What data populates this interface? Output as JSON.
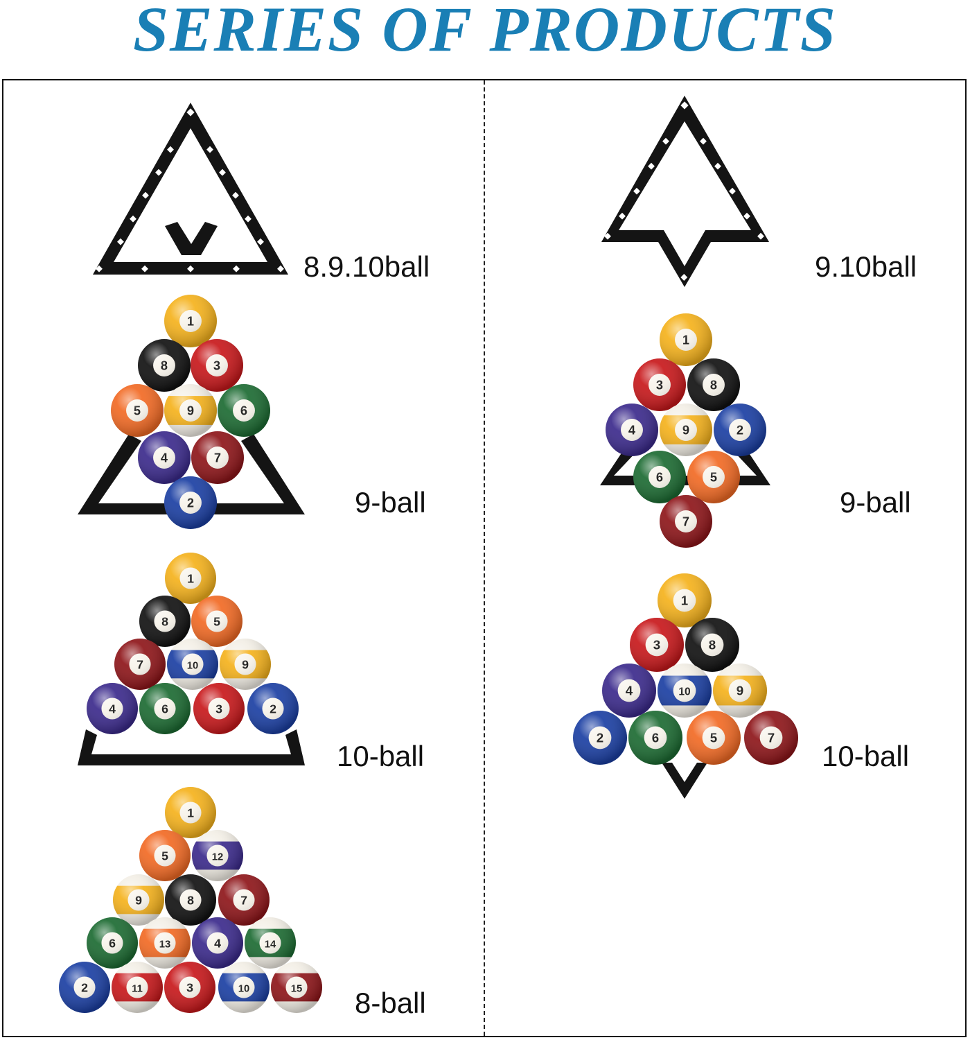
{
  "title": "SERIES OF PRODUCTS",
  "left_column": {
    "rack_label": "8.9.10ball",
    "nine_ball_label": "9-ball",
    "ten_ball_label": "10-ball",
    "eight_ball_label": "8-ball"
  },
  "right_column": {
    "rack_label": "9.10ball",
    "nine_ball_label": "9-ball",
    "ten_ball_label": "10-ball"
  },
  "colors": {
    "title": "#1a7fb5",
    "rack": "#141414",
    "ball_1": "#f5b21c",
    "ball_2": "#1b3fa3",
    "ball_3": "#c8181b",
    "ball_4": "#3b2a8c",
    "ball_5": "#f26a24",
    "ball_6": "#1c6b32",
    "ball_7": "#8e1519",
    "ball_8": "#111111",
    "cue": "#f3efe6"
  },
  "balls": {
    "left_nine": [
      "1",
      "8",
      "3",
      "5",
      "9",
      "6",
      "4",
      "7",
      "2"
    ],
    "right_nine": [
      "1",
      "3",
      "8",
      "4",
      "9",
      "2",
      "6",
      "5",
      "7"
    ],
    "left_ten": [
      "1",
      "8",
      "5",
      "7",
      "10",
      "9",
      "4",
      "6",
      "3",
      "2"
    ],
    "right_ten": [
      "1",
      "3",
      "8",
      "4",
      "10",
      "9",
      "2",
      "6",
      "5",
      "7"
    ],
    "left_eight": [
      "1",
      "5",
      "12",
      "9",
      "8",
      "7",
      "6",
      "13",
      "4",
      "14",
      "2",
      "11",
      "3",
      "10",
      "15"
    ]
  }
}
